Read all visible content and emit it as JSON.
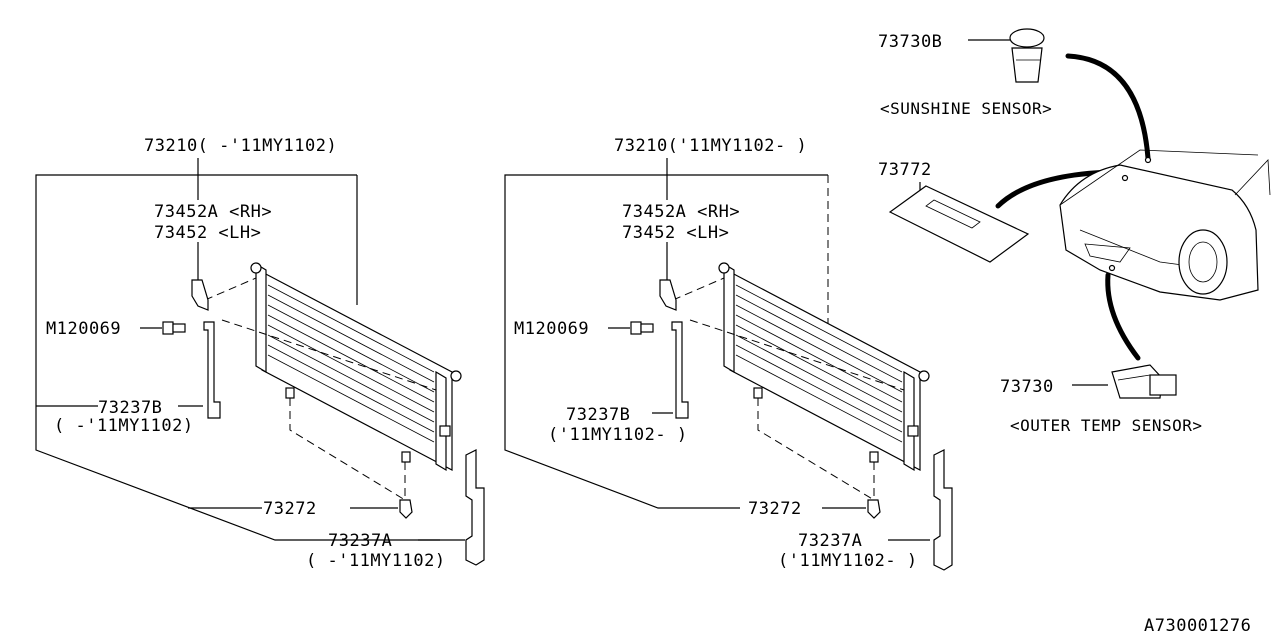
{
  "left_group": {
    "assembly": "73210( -'11MY1102)",
    "bracket_rh": "73452A <RH>",
    "bracket_lh": "73452  <LH>",
    "bolt": "M120069",
    "seal_b": "73237B",
    "seal_b_note": "( -'11MY1102)",
    "cushion": "73272",
    "seal_a": "73237A",
    "seal_a_note": "( -'11MY1102)"
  },
  "right_group": {
    "assembly": "73210('11MY1102- )",
    "bracket_rh": "73452A <RH>",
    "bracket_lh": "73452  <LH>",
    "bolt": "M120069",
    "seal_b": "73237B",
    "seal_b_note": "('11MY1102- )",
    "cushion": "73272",
    "seal_a": "73237A",
    "seal_a_note": "('11MY1102- )"
  },
  "sensors": {
    "sunshine_part": "73730B",
    "sunshine_caption": "<SUNSHINE SENSOR>",
    "pad_part": "73772",
    "outer_part": "73730",
    "outer_caption": "<OUTER TEMP SENSOR>"
  },
  "diagram_id": "A730001276"
}
